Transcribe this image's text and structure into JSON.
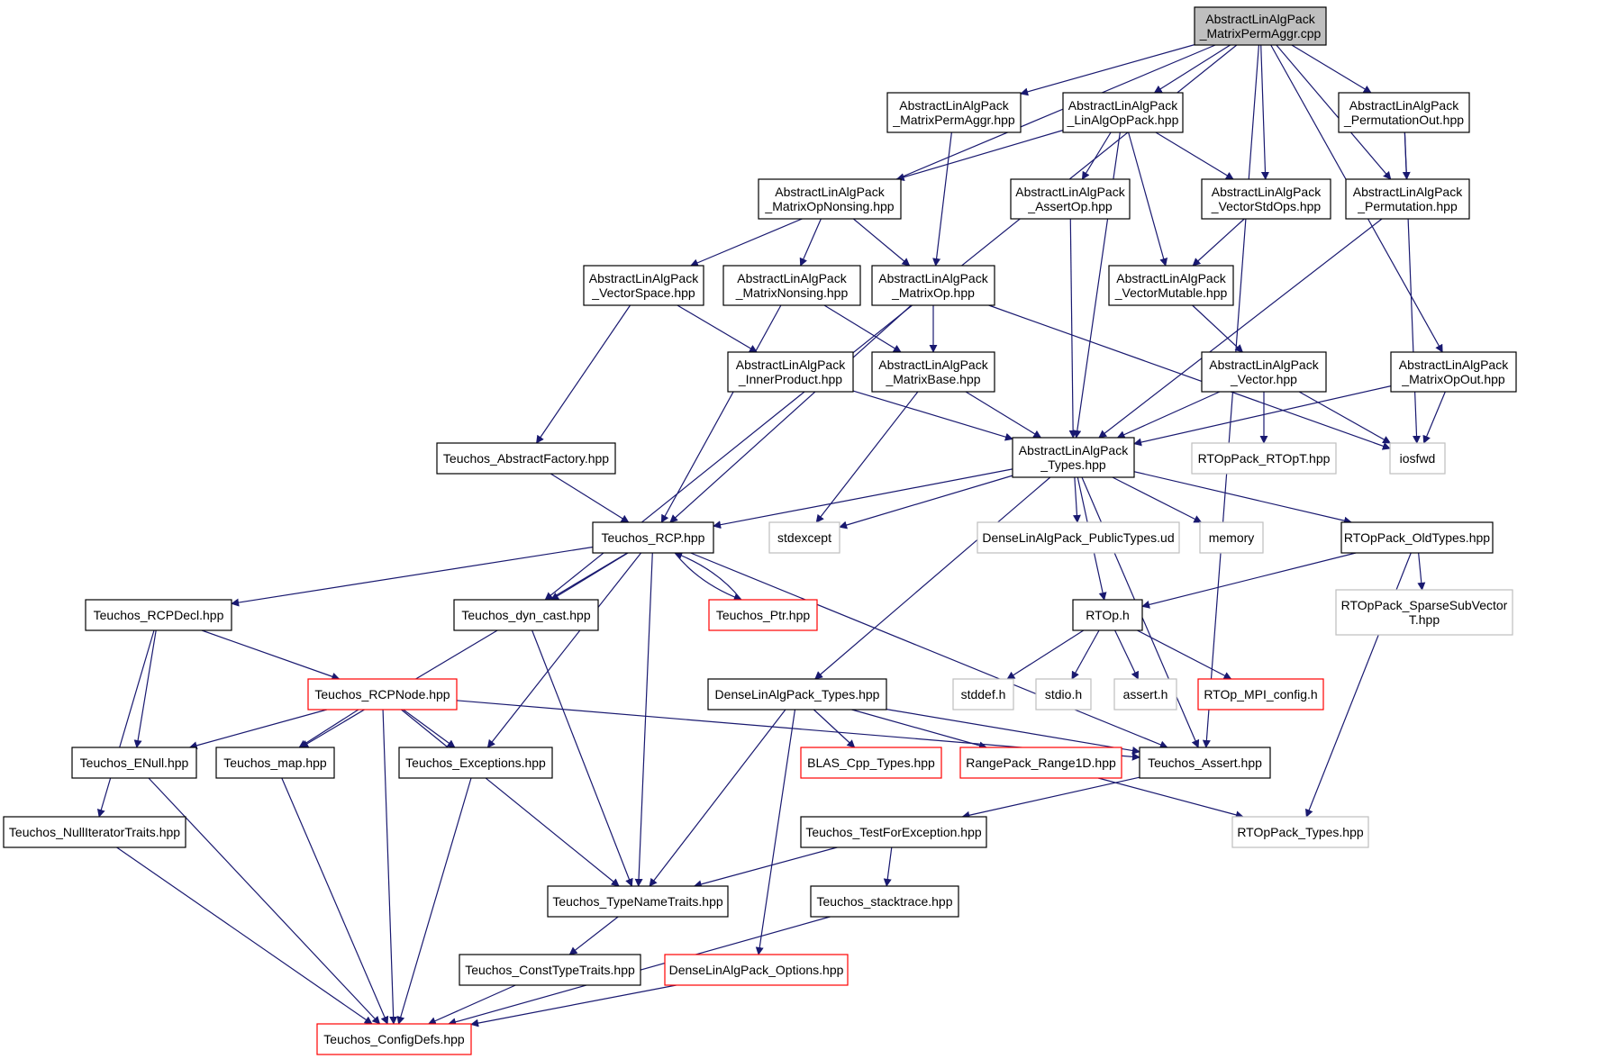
{
  "colors": {
    "edge": "#191970",
    "box_default": "#000000",
    "box_root_fill": "#bfbfbf",
    "box_incomplete": "#ff0000",
    "box_external": "#bfbfbf"
  },
  "nodes": [
    {
      "id": "root",
      "lines": [
        "AbstractLinAlgPack",
        "_MatrixPermAggr.cpp"
      ],
      "style": "root"
    },
    {
      "id": "matrixpermaggr",
      "lines": [
        "AbstractLinAlgPack",
        "_MatrixPermAggr.hpp"
      ],
      "style": "default"
    },
    {
      "id": "linalgoppack",
      "lines": [
        "AbstractLinAlgPack",
        "_LinAlgOpPack.hpp"
      ],
      "style": "default"
    },
    {
      "id": "permutationout",
      "lines": [
        "AbstractLinAlgPack",
        "_PermutationOut.hpp"
      ],
      "style": "default"
    },
    {
      "id": "matrixopnonsing",
      "lines": [
        "AbstractLinAlgPack",
        "_MatrixOpNonsing.hpp"
      ],
      "style": "default"
    },
    {
      "id": "assertop",
      "lines": [
        "AbstractLinAlgPack",
        "_AssertOp.hpp"
      ],
      "style": "default"
    },
    {
      "id": "vectorstdops",
      "lines": [
        "AbstractLinAlgPack",
        "_VectorStdOps.hpp"
      ],
      "style": "default"
    },
    {
      "id": "permutation",
      "lines": [
        "AbstractLinAlgPack",
        "_Permutation.hpp"
      ],
      "style": "default"
    },
    {
      "id": "vectorspace",
      "lines": [
        "AbstractLinAlgPack",
        "_VectorSpace.hpp"
      ],
      "style": "default"
    },
    {
      "id": "matrixnonsing",
      "lines": [
        "AbstractLinAlgPack",
        "_MatrixNonsing.hpp"
      ],
      "style": "default"
    },
    {
      "id": "matrixop",
      "lines": [
        "AbstractLinAlgPack",
        "_MatrixOp.hpp"
      ],
      "style": "default"
    },
    {
      "id": "vectormutable",
      "lines": [
        "AbstractLinAlgPack",
        "_VectorMutable.hpp"
      ],
      "style": "default"
    },
    {
      "id": "innerproduct",
      "lines": [
        "AbstractLinAlgPack",
        "_InnerProduct.hpp"
      ],
      "style": "default"
    },
    {
      "id": "matrixbase",
      "lines": [
        "AbstractLinAlgPack",
        "_MatrixBase.hpp"
      ],
      "style": "default"
    },
    {
      "id": "vector",
      "lines": [
        "AbstractLinAlgPack",
        "_Vector.hpp"
      ],
      "style": "default"
    },
    {
      "id": "matrixopout",
      "lines": [
        "AbstractLinAlgPack",
        "_MatrixOpOut.hpp"
      ],
      "style": "default"
    },
    {
      "id": "abstractfactory",
      "lines": [
        "Teuchos_AbstractFactory.hpp"
      ],
      "style": "default"
    },
    {
      "id": "types",
      "lines": [
        "AbstractLinAlgPack",
        "_Types.hpp"
      ],
      "style": "default"
    },
    {
      "id": "rtopt",
      "lines": [
        "RTOpPack_RTOpT.hpp"
      ],
      "style": "external"
    },
    {
      "id": "iosfwd",
      "lines": [
        "iosfwd"
      ],
      "style": "external"
    },
    {
      "id": "rcp",
      "lines": [
        "Teuchos_RCP.hpp"
      ],
      "style": "default"
    },
    {
      "id": "stdexcept",
      "lines": [
        "stdexcept"
      ],
      "style": "external"
    },
    {
      "id": "publictypes",
      "lines": [
        "DenseLinAlgPack_PublicTypes.ud"
      ],
      "style": "external"
    },
    {
      "id": "memory",
      "lines": [
        "memory"
      ],
      "style": "external"
    },
    {
      "id": "oldtypes",
      "lines": [
        "RTOpPack_OldTypes.hpp"
      ],
      "style": "default"
    },
    {
      "id": "rcpdecl",
      "lines": [
        "Teuchos_RCPDecl.hpp"
      ],
      "style": "default"
    },
    {
      "id": "dyncast",
      "lines": [
        "Teuchos_dyn_cast.hpp"
      ],
      "style": "default"
    },
    {
      "id": "ptr",
      "lines": [
        "Teuchos_Ptr.hpp"
      ],
      "style": "incomplete"
    },
    {
      "id": "rtop",
      "lines": [
        "RTOp.h"
      ],
      "style": "default"
    },
    {
      "id": "sparsesub",
      "lines": [
        "RTOpPack_SparseSubVector",
        "T.hpp"
      ],
      "style": "external"
    },
    {
      "id": "rcpnode",
      "lines": [
        "Teuchos_RCPNode.hpp"
      ],
      "style": "incomplete"
    },
    {
      "id": "denselinalgtypes",
      "lines": [
        "DenseLinAlgPack_Types.hpp"
      ],
      "style": "default"
    },
    {
      "id": "stddef",
      "lines": [
        "stddef.h"
      ],
      "style": "external"
    },
    {
      "id": "stdio",
      "lines": [
        "stdio.h"
      ],
      "style": "external"
    },
    {
      "id": "asserth",
      "lines": [
        "assert.h"
      ],
      "style": "external"
    },
    {
      "id": "mpiconfig",
      "lines": [
        "RTOp_MPI_config.h"
      ],
      "style": "incomplete"
    },
    {
      "id": "enull",
      "lines": [
        "Teuchos_ENull.hpp"
      ],
      "style": "default"
    },
    {
      "id": "map",
      "lines": [
        "Teuchos_map.hpp"
      ],
      "style": "default"
    },
    {
      "id": "exceptions",
      "lines": [
        "Teuchos_Exceptions.hpp"
      ],
      "style": "default"
    },
    {
      "id": "blas",
      "lines": [
        "BLAS_Cpp_Types.hpp"
      ],
      "style": "incomplete"
    },
    {
      "id": "range1d",
      "lines": [
        "RangePack_Range1D.hpp"
      ],
      "style": "incomplete"
    },
    {
      "id": "tassert",
      "lines": [
        "Teuchos_Assert.hpp"
      ],
      "style": "default"
    },
    {
      "id": "nulliter",
      "lines": [
        "Teuchos_NullIteratorTraits.hpp"
      ],
      "style": "default"
    },
    {
      "id": "testforexc",
      "lines": [
        "Teuchos_TestForException.hpp"
      ],
      "style": "default"
    },
    {
      "id": "rtoppacktypes",
      "lines": [
        "RTOpPack_Types.hpp"
      ],
      "style": "external"
    },
    {
      "id": "typenametraits",
      "lines": [
        "Teuchos_TypeNameTraits.hpp"
      ],
      "style": "default"
    },
    {
      "id": "stacktrace",
      "lines": [
        "Teuchos_stacktrace.hpp"
      ],
      "style": "default"
    },
    {
      "id": "consttypetraits",
      "lines": [
        "Teuchos_ConstTypeTraits.hpp"
      ],
      "style": "default"
    },
    {
      "id": "options",
      "lines": [
        "DenseLinAlgPack_Options.hpp"
      ],
      "style": "incomplete"
    },
    {
      "id": "configdefs",
      "lines": [
        "Teuchos_ConfigDefs.hpp"
      ],
      "style": "incomplete"
    }
  ],
  "edges": [
    [
      "root",
      "matrixpermaggr"
    ],
    [
      "root",
      "linalgoppack"
    ],
    [
      "root",
      "permutationout"
    ],
    [
      "root",
      "vectorstdops"
    ],
    [
      "root",
      "permutation"
    ],
    [
      "root",
      "vectorspace"
    ],
    [
      "root",
      "dyncast"
    ],
    [
      "root",
      "matrixopout"
    ],
    [
      "root",
      "tassert"
    ],
    [
      "matrixpermaggr",
      "matrixop"
    ],
    [
      "linalgoppack",
      "matrixopnonsing"
    ],
    [
      "linalgoppack",
      "assertop"
    ],
    [
      "linalgoppack",
      "vectorstdops"
    ],
    [
      "linalgoppack",
      "vectormutable"
    ],
    [
      "linalgoppack",
      "types"
    ],
    [
      "permutationout",
      "permutation"
    ],
    [
      "permutationout",
      "iosfwd"
    ],
    [
      "matrixopnonsing",
      "matrixnonsing"
    ],
    [
      "matrixopnonsing",
      "matrixop"
    ],
    [
      "assertop",
      "types"
    ],
    [
      "vectorstdops",
      "vectormutable"
    ],
    [
      "permutation",
      "types"
    ],
    [
      "vectorspace",
      "innerproduct"
    ],
    [
      "vectorspace",
      "abstractfactory"
    ],
    [
      "matrixnonsing",
      "matrixbase"
    ],
    [
      "matrixnonsing",
      "rcp"
    ],
    [
      "matrixop",
      "matrixbase"
    ],
    [
      "matrixop",
      "rcp"
    ],
    [
      "matrixop",
      "iosfwd"
    ],
    [
      "vectormutable",
      "vector"
    ],
    [
      "innerproduct",
      "types"
    ],
    [
      "matrixbase",
      "types"
    ],
    [
      "matrixbase",
      "stdexcept"
    ],
    [
      "vector",
      "types"
    ],
    [
      "vector",
      "rtopt"
    ],
    [
      "vector",
      "iosfwd"
    ],
    [
      "matrixopout",
      "types"
    ],
    [
      "matrixopout",
      "iosfwd"
    ],
    [
      "abstractfactory",
      "rcp"
    ],
    [
      "types",
      "rcp"
    ],
    [
      "types",
      "stdexcept"
    ],
    [
      "types",
      "publictypes"
    ],
    [
      "types",
      "memory"
    ],
    [
      "types",
      "oldtypes"
    ],
    [
      "types",
      "rtop"
    ],
    [
      "types",
      "denselinalgtypes"
    ],
    [
      "types",
      "tassert"
    ],
    [
      "rcp",
      "rcpdecl"
    ],
    [
      "rcp",
      "dyncast"
    ],
    [
      "rcp",
      "ptr"
    ],
    [
      "rcp",
      "map"
    ],
    [
      "rcp",
      "exceptions"
    ],
    [
      "rcp",
      "typenametraits"
    ],
    [
      "rcp",
      "tassert"
    ],
    [
      "ptr",
      "rcp"
    ],
    [
      "oldtypes",
      "rtop"
    ],
    [
      "oldtypes",
      "sparsesub"
    ],
    [
      "oldtypes",
      "rtoppacktypes"
    ],
    [
      "rcpdecl",
      "rcpnode"
    ],
    [
      "rcpdecl",
      "enull"
    ],
    [
      "rcpdecl",
      "nulliter"
    ],
    [
      "dyncast",
      "typenametraits"
    ],
    [
      "rtop",
      "stddef"
    ],
    [
      "rtop",
      "stdio"
    ],
    [
      "rtop",
      "asserth"
    ],
    [
      "rtop",
      "mpiconfig"
    ],
    [
      "rcpnode",
      "enull"
    ],
    [
      "rcpnode",
      "map"
    ],
    [
      "rcpnode",
      "exceptions"
    ],
    [
      "rcpnode",
      "typenametraits"
    ],
    [
      "rcpnode",
      "tassert"
    ],
    [
      "rcpnode",
      "configdefs"
    ],
    [
      "denselinalgtypes",
      "blas"
    ],
    [
      "denselinalgtypes",
      "range1d"
    ],
    [
      "denselinalgtypes",
      "tassert"
    ],
    [
      "denselinalgtypes",
      "typenametraits"
    ],
    [
      "denselinalgtypes",
      "options"
    ],
    [
      "enull",
      "configdefs"
    ],
    [
      "map",
      "configdefs"
    ],
    [
      "exceptions",
      "configdefs"
    ],
    [
      "range1d",
      "rtoppacktypes"
    ],
    [
      "tassert",
      "testforexc"
    ],
    [
      "nulliter",
      "configdefs"
    ],
    [
      "testforexc",
      "typenametraits"
    ],
    [
      "testforexc",
      "stacktrace"
    ],
    [
      "typenametraits",
      "consttypetraits"
    ],
    [
      "stacktrace",
      "configdefs"
    ],
    [
      "consttypetraits",
      "configdefs"
    ],
    [
      "options",
      "configdefs"
    ]
  ]
}
